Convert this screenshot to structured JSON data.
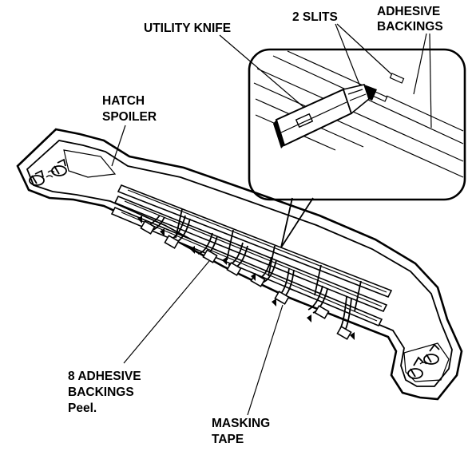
{
  "labels": {
    "utility_knife": "UTILITY KNIFE",
    "two_slits": "2 SLITS",
    "adhesive_backings_line1": "ADHESIVE",
    "adhesive_backings_line2": "BACKINGS",
    "hatch_spoiler_line1": "HATCH",
    "hatch_spoiler_line2": "SPOILER",
    "eight_backings_line1": "8 ADHESIVE",
    "eight_backings_line2": "BACKINGS",
    "eight_backings_line3": "Peel.",
    "masking_tape_line1": "MASKING",
    "masking_tape_line2": "TAPE"
  }
}
